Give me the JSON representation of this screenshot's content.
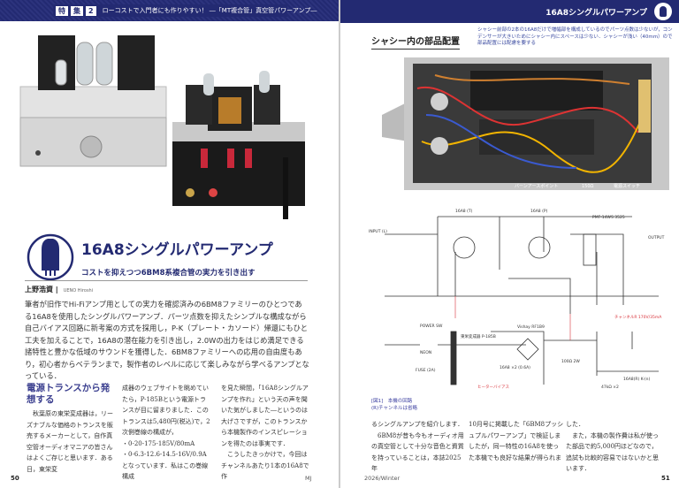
{
  "left_header": {
    "tag1": "特",
    "tag2": "集",
    "tag3": "2",
    "text": "ローコストで入門者にも作りやすい！ ―「MT複合管」真空管パワーアンプ―"
  },
  "right_header": {
    "text": "16A8シングルパワーアンプ"
  },
  "article": {
    "title": "16A8シングルパワーアンプ",
    "subtitle": "コストを抑えつつ6BM8系複合管の実力を引き出す",
    "author": "上野浩資",
    "author_roman": "UENO Hiroshi",
    "lead": "筆者が旧作でHi-Fiアンプ用としての実力を確認済みの6BM8ファミリーのひとつである16A8を使用したシングルパワーアンプ．パーツ点数を抑えたシンプルな構成ながら自己バイアス回路に新考案の方式を採用し，P-K（プレート・カソード）帰還にもひと工夫を加えることで，16A8の潜在能力を引き出し，2.0Wの出力をはじめ満足できる諸特性と豊かな低域のサウンドを獲得した．6BM8ファミリーへの応用の自由度もあり，初心者からベテランまで，製作者のレベルに応じて楽しみながら学べるアンプとなっている．",
    "heading": "電源トランスから発想する",
    "col1": "秋葉原の東栄変成器は，リーズナブルな価格のトランスを販売するメーカーとして，自作真空管オーディオマニアの皆さんはよくご存じと思います．ある日，東栄変",
    "col2": "成器のウェブサイトを眺めていたら，P-185Bという電源トランスが目に留まりました．このトランスは5,480円(税込)で，2次側巻線の構成が，\n・0-20-175-185V/80mA\n・0-6.3-12.6-14.5-16V/0.9A\nとなっています．私はこの巻線構成",
    "col3": "を見た瞬間，「16A8シングルアンプを作れ」という天の声を聞いた気がしました―というのは大げさですが，このトランスから本機製作のインスピレーションを得たのは事実です．\n　こうしたきっかけで，今回はチャンネルあたり1本の16A8で作"
  },
  "right_page": {
    "section_title": "シャシー内の部品配置",
    "section_caption": "シャシー前部の2本の16A8だけで増幅部を構成しているのでパーツ点数は少ないが，コンデンサーが大きいためにシャシー内にスペースは少ない．シャシーが浅い（40mm）ので部品配置には配慮を要する",
    "photo_labels": [
      "バーンアースポイント",
      "150Ω",
      "電源スイッチ"
    ],
    "figure_caption": "[図1]　本機の回路\n(R)チャンネルは省略",
    "circuit_labels": [
      "16A8 (T)",
      "16A8 (P)",
      "INPUT (L)",
      "PMF-14WS 3525",
      "OUTPUT",
      "POWER SW",
      "東栄変成器 P-185B",
      "FUSE (2A)",
      "NEON",
      "Vishay RF1B9",
      "16A8 ×2 (0.6A)",
      "ヒーターバイアス",
      "16A8(R) K-(n)",
      "47kΩ ×2",
      "100Ω 2W",
      "チャンネルR 170V/35mA"
    ],
    "col1": "るシングルアンプを紹介します．\n　6BM8が昔も今もオーディオ用の真空管として十分な音色と資質を持っていることは，本誌2025年",
    "col2": "10月号に掲載した「6BM8プッシュプルパワーアンプ」で検証しましたが，同一特性の16A8を使った本機でも良好な結果が得られま",
    "col3": "した．\n　また，本機の製作費は私が使った部品で約5,000円ほどなので，追試も比較的容易ではないかと思います．"
  },
  "footer": {
    "page_left": "50",
    "brand": "MJ",
    "issue": "2026/Winter",
    "page_right": "51"
  },
  "colors": {
    "navy": "#232a72",
    "accent_red": "#d8323a"
  }
}
